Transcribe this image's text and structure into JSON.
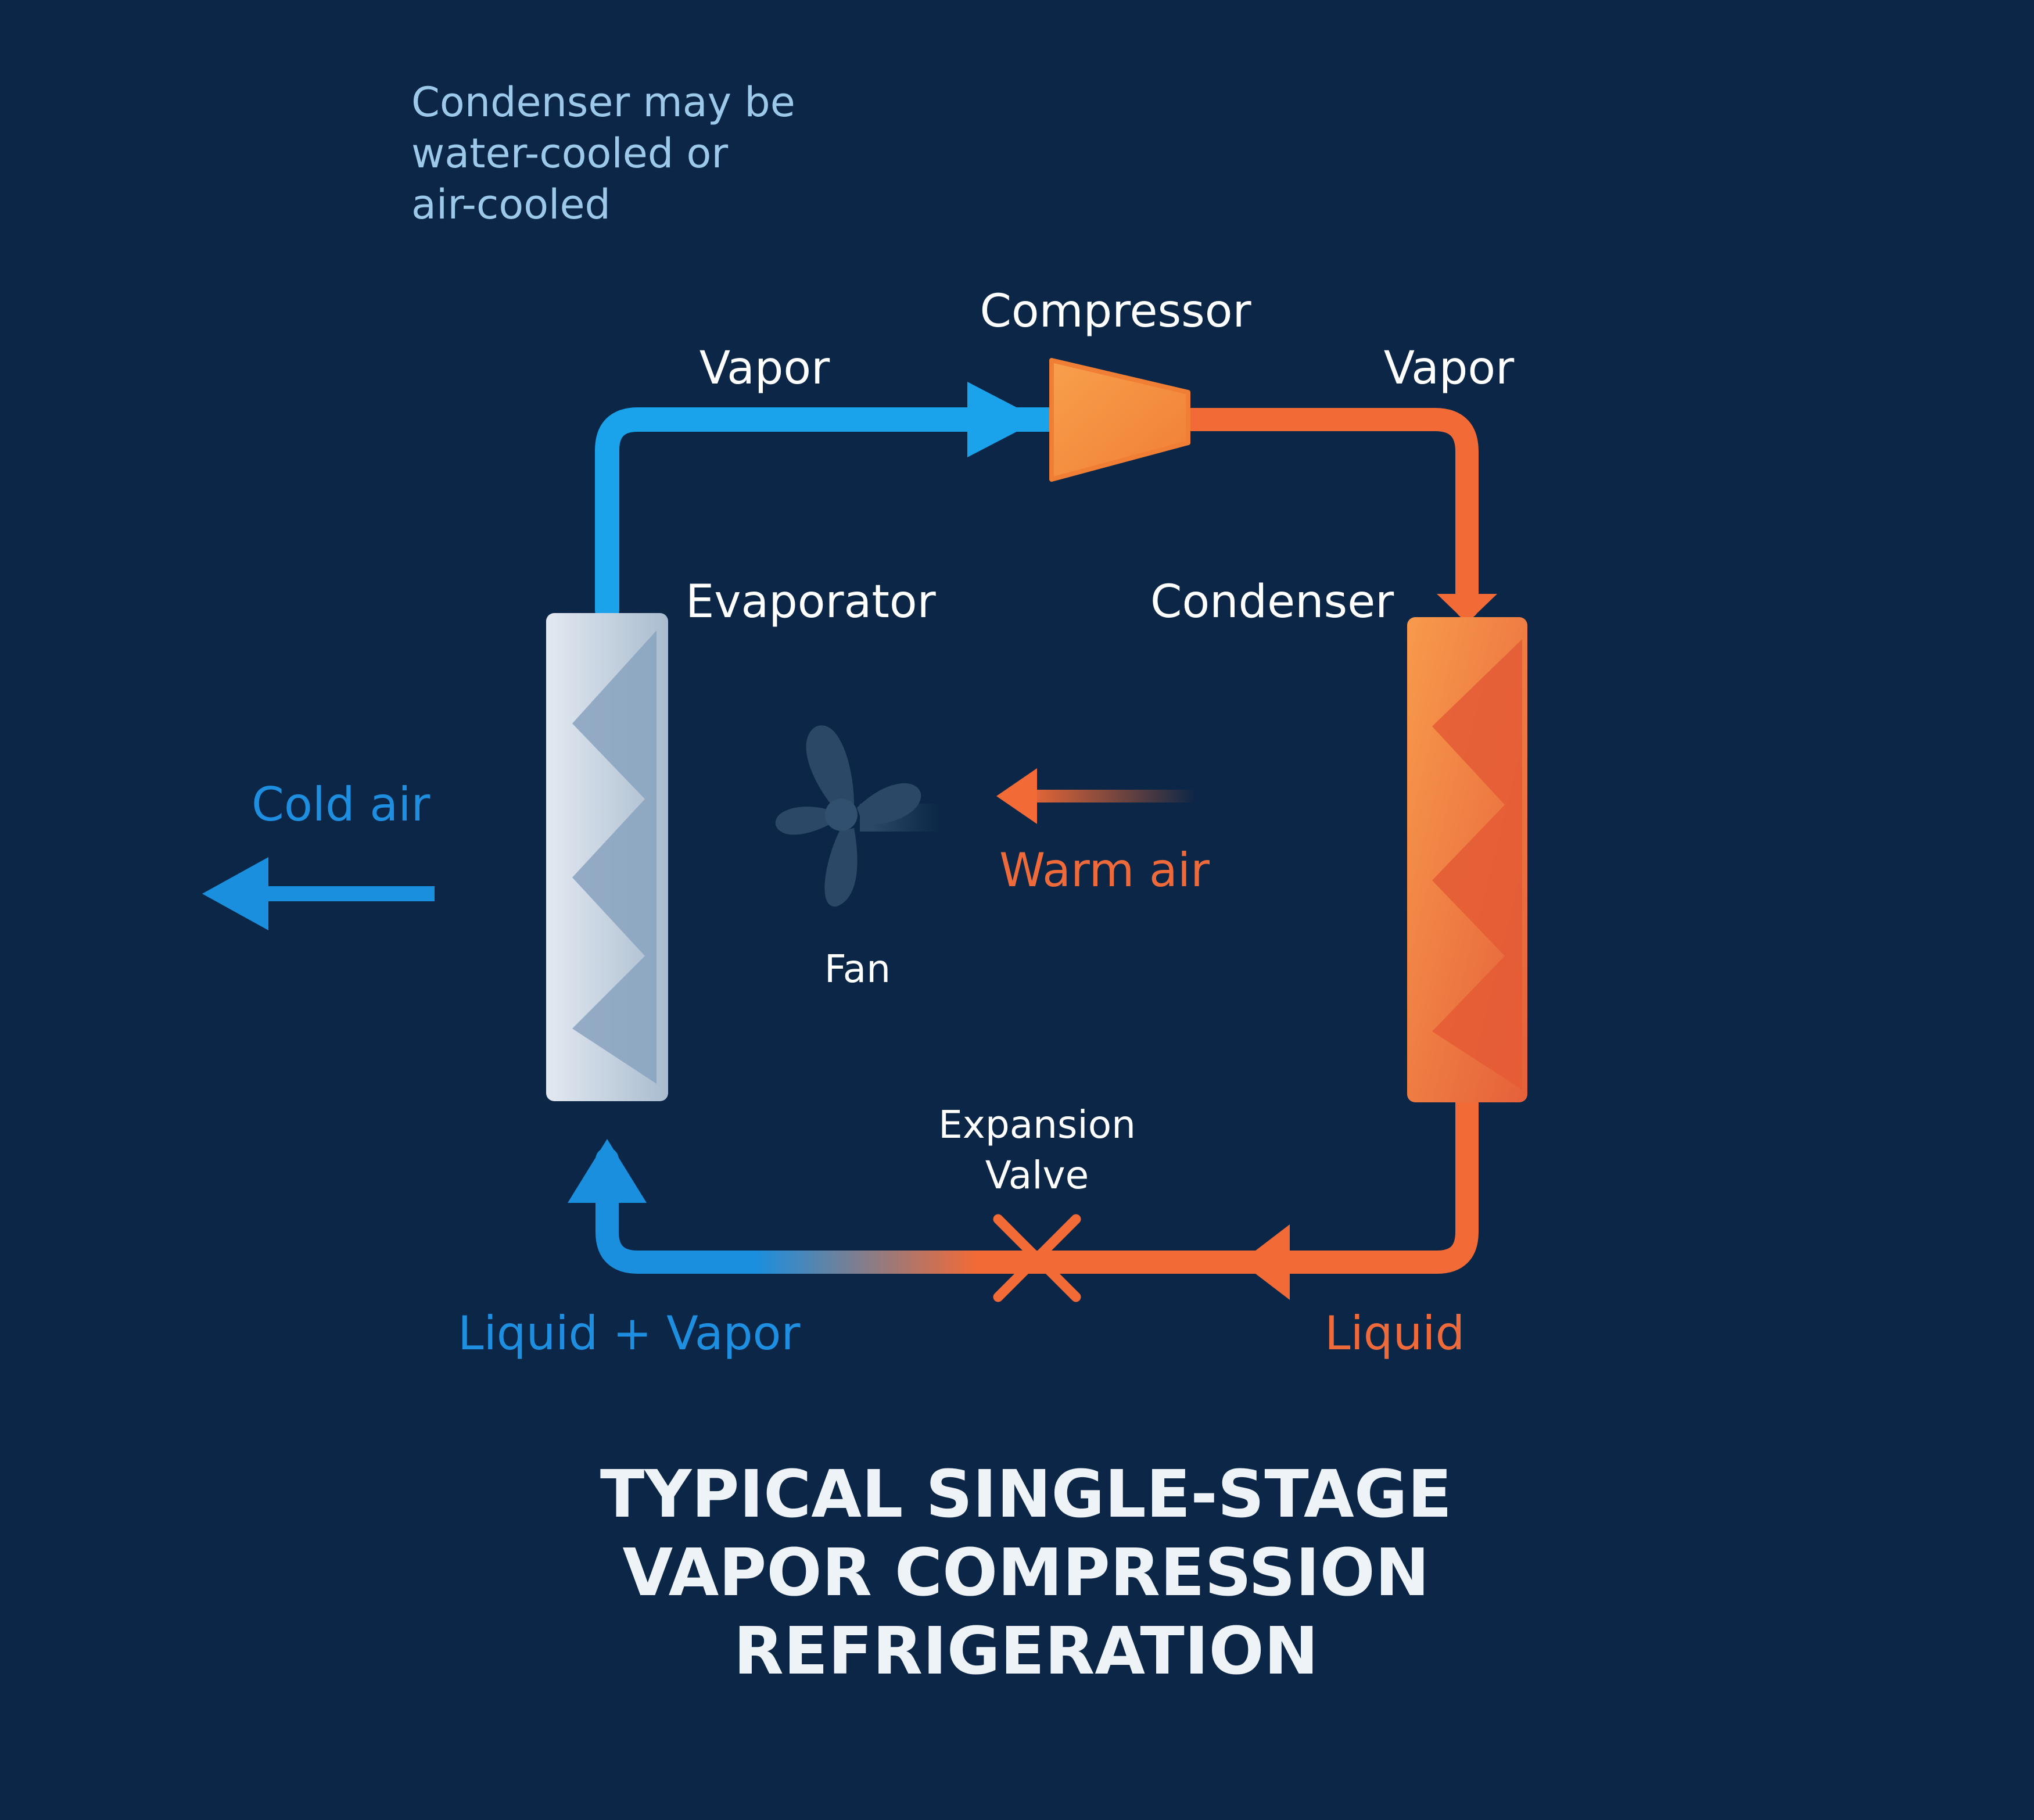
{
  "note": {
    "lines": [
      "Condenser may be",
      "water-cooled or",
      "air-cooled"
    ]
  },
  "labels": {
    "compressor": "Compressor",
    "vapor_left": "Vapor",
    "vapor_right": "Vapor",
    "evaporator": "Evaporator",
    "condenser": "Condenser",
    "cold_air": "Cold air",
    "warm_air": "Warm air",
    "fan": "Fan",
    "expansion_valve_line1": "Expansion",
    "expansion_valve_line2": "Valve",
    "liquid_vapor": "Liquid + Vapor",
    "liquid": "Liquid"
  },
  "title": {
    "lines": [
      "TYPICAL SINGLE-STAGE",
      "VAPOR COMPRESSION",
      "REFRIGERATION"
    ]
  },
  "colors": {
    "background": "#0b2646",
    "cold_line": "#1aa3ea",
    "hot_line": "#f26a36",
    "compressor": "#f5913f",
    "evaporator": "#c4d2e2",
    "condenser": "#f47a3c",
    "fan": "#2b4866"
  }
}
